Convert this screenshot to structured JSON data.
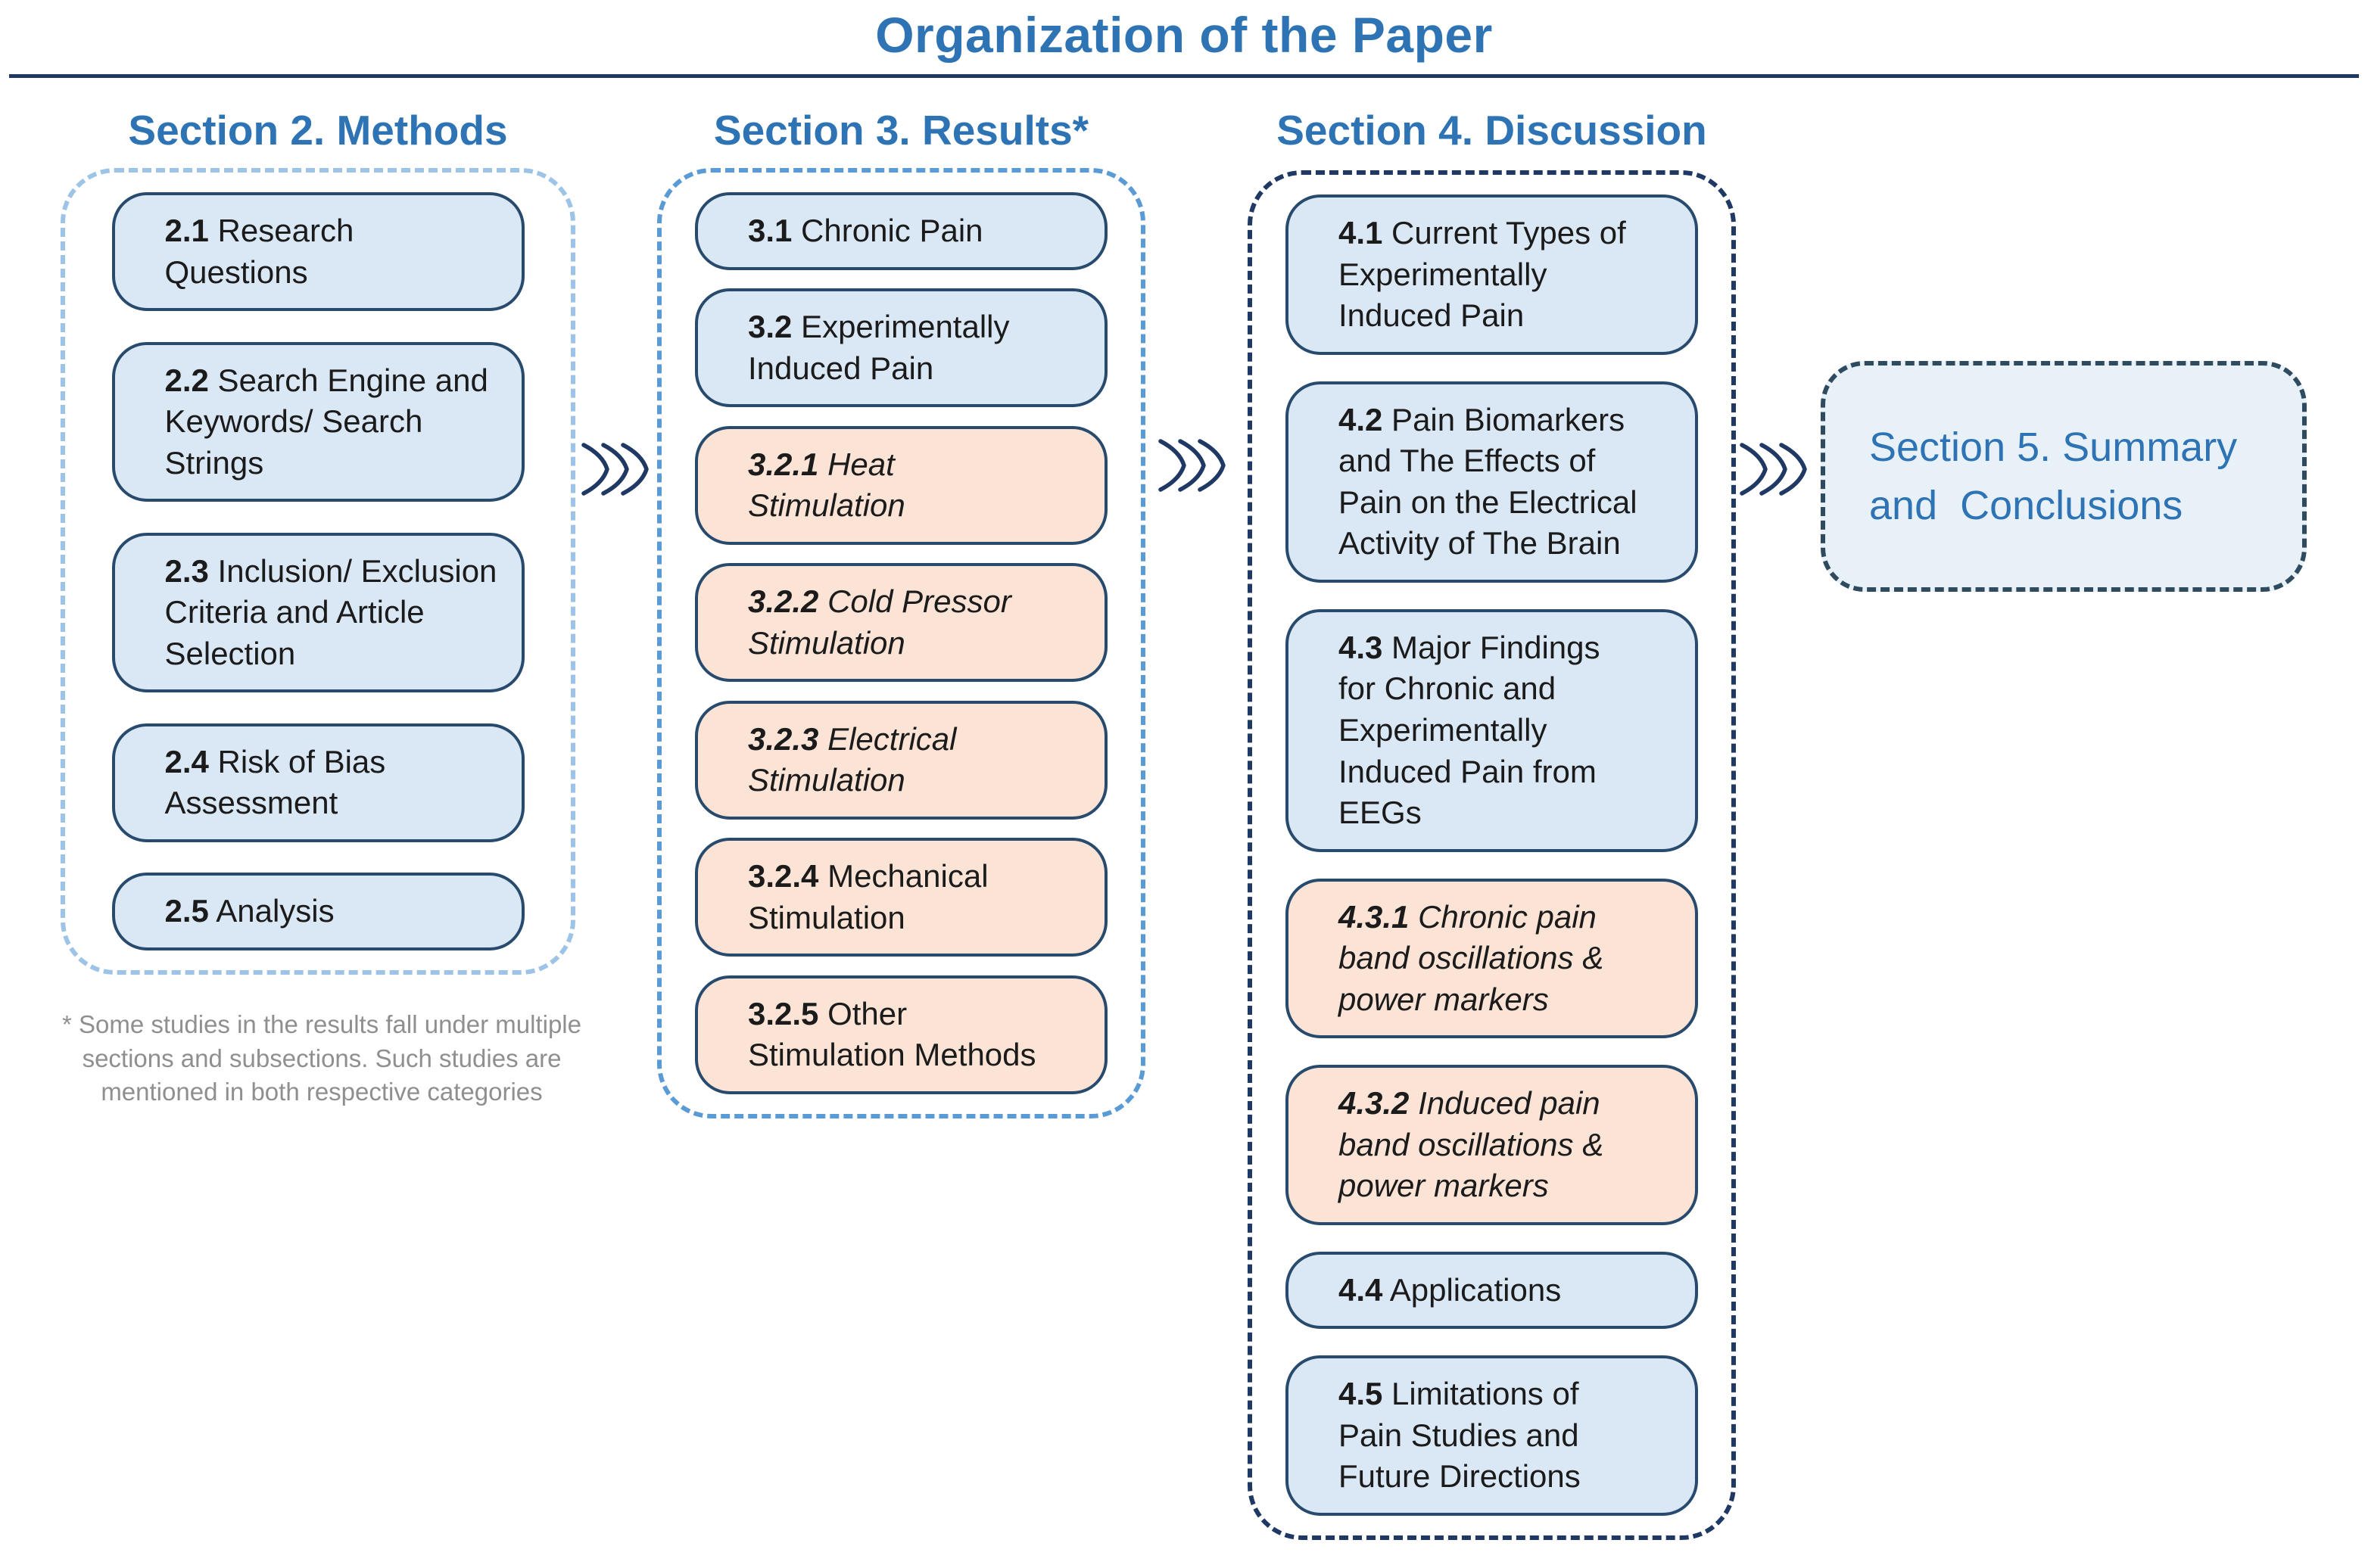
{
  "title": "Organization of the Paper",
  "colors": {
    "header_blue": "#2e74b5",
    "rule_navy": "#1f3864",
    "box_fill_blue": "#dae7f5",
    "box_fill_peach": "#fbe3d6",
    "box_border": "#274a6d",
    "group_dash_light_blue": "#9dc3e6",
    "group_dash_medium_blue": "#5b9bd5",
    "group_dash_navy": "#1f3864",
    "summary_dash": "#2f4b60",
    "summary_fill": "#e9f1f8",
    "footnote_gray": "#8f8f8f",
    "chevron_navy": "#1f3864"
  },
  "columns": [
    {
      "header": "Section 2. Methods",
      "boxes": [
        {
          "num": "2.1",
          "label": " Research Questions"
        },
        {
          "num": "2.2",
          "label": " Search Engine and\nKeywords/ Search\nStrings"
        },
        {
          "num": "2.3",
          "label": " Inclusion/ Exclusion\nCriteria and Article\nSelection"
        },
        {
          "num": "2.4",
          "label": " Risk of Bias\nAssessment"
        },
        {
          "num": "2.5",
          "label": " Analysis"
        }
      ]
    },
    {
      "header": "Section 3. Results*",
      "boxes": [
        {
          "num": "3.1",
          "label": " Chronic Pain"
        },
        {
          "num": "3.2",
          "label": " Experimentally\nInduced Pain"
        },
        {
          "num": "3.2.1",
          "label": " Heat\nStimulation"
        },
        {
          "num": "3.2.2",
          "label": " Cold Pressor\nStimulation"
        },
        {
          "num": "3.2.3",
          "label": " Electrical\nStimulation"
        },
        {
          "num": "3.2.4",
          "label": " Mechanical\nStimulation"
        },
        {
          "num": "3.2.5",
          "label": " Other\nStimulation Methods"
        }
      ]
    },
    {
      "header": "Section 4. Discussion",
      "boxes": [
        {
          "num": "4.1",
          "label": " Current Types of\nExperimentally\nInduced Pain"
        },
        {
          "num": "4.2",
          "label": " Pain Biomarkers\nand The Effects of\nPain on the Electrical\nActivity of The Brain"
        },
        {
          "num": "4.3",
          "label": " Major Findings\nfor Chronic and\nExperimentally\nInduced Pain from\nEEGs"
        },
        {
          "num": "4.3.1",
          "label": " Chronic pain\nband oscillations &\npower markers"
        },
        {
          "num": "4.3.2",
          "label": " Induced pain\nband oscillations &\npower markers"
        },
        {
          "num": "4.4",
          "label": " Applications"
        },
        {
          "num": "4.5",
          "label": " Limitations of\nPain Studies and\nFuture Directions"
        }
      ]
    }
  ],
  "summary_box": {
    "label": "Section 5. Summary\nand  Conclusions"
  },
  "footnote": "* Some studies in the results fall under multiple\nsections and subsections. Such studies are\nmentioned in both respective categories"
}
